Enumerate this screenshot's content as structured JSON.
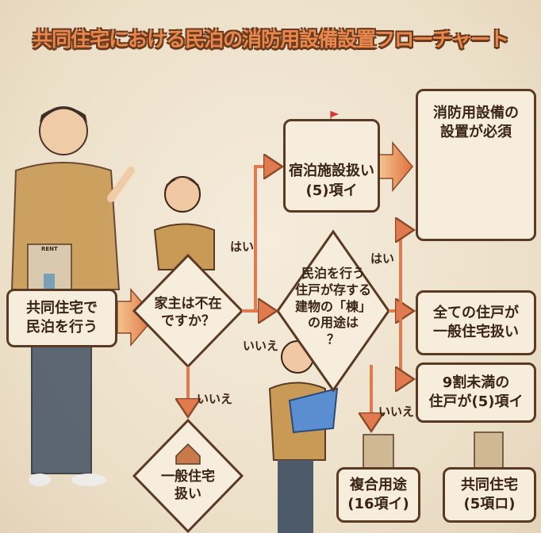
{
  "title": "共同住宅における民泊の消防用設備設置フローチャート",
  "start": {
    "line1": "共同住宅で",
    "line2": "民泊を行う"
  },
  "question1": {
    "line1": "家主は不在",
    "line2": "ですか？"
  },
  "question2": {
    "line1": "民泊を行う",
    "line2": "住戸が存する",
    "line3": "建物の「棟」",
    "line4": "の用途は",
    "line5": "？"
  },
  "result_lodging": {
    "line1": "宿泊施設扱い",
    "line2": "(5)項イ"
  },
  "result_required": {
    "line1": "消防用設備の",
    "line2": "設置が必須"
  },
  "result_general_all": {
    "line1": "全ての住戸が",
    "line2": "一般住宅扱い"
  },
  "result_under90": {
    "line1": "9割未満の",
    "line2": "住戸が(5)項イ"
  },
  "result_general": {
    "line1": "一般住宅",
    "line2": "扱い"
  },
  "result_mixed": {
    "line1": "複合用途",
    "line2": "(16項イ)"
  },
  "result_apartment": {
    "line1": "共同住宅",
    "line2": "(5項ロ)"
  },
  "labels": {
    "yes1": "はい",
    "no1": "いいえ",
    "no_down1": "いいえ",
    "yes2": "はい",
    "no2": "いいえ"
  },
  "building_sign": "RENT",
  "colors": {
    "arrow": "#e07a4f",
    "border": "#5a3a24",
    "box": "#f6eddd",
    "title": "#e8884f"
  }
}
